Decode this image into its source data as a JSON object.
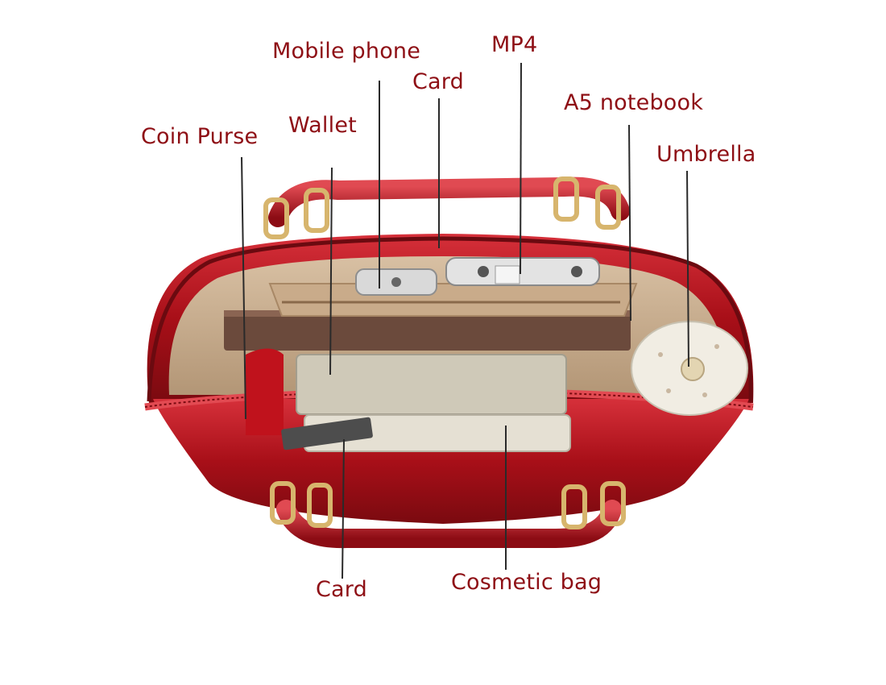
{
  "colors": {
    "label_text": "#8e0f15",
    "leader_line": "#2a2a2a",
    "bag_red": "#b3121b",
    "bag_lining": "#c9ad8e",
    "background": "#ffffff"
  },
  "labels": {
    "mobile_phone": "Mobile phone",
    "mp4": "MP4",
    "card_top": "Card",
    "a5_notebook": "A5 notebook",
    "wallet": "Wallet",
    "coin_purse": "Coin Purse",
    "umbrella": "Umbrella",
    "card_bottom": "Card",
    "cosmetic_bag": "Cosmetic bag"
  }
}
